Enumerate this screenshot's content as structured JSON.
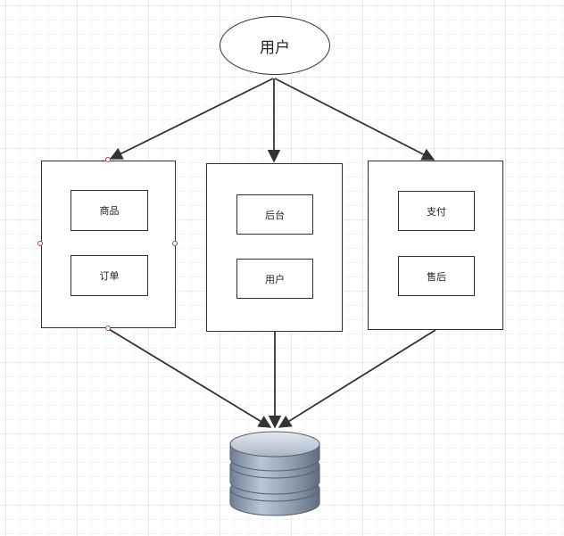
{
  "nodes": {
    "user_top": "用户",
    "left_group": [
      "商品",
      "订单"
    ],
    "middle_group": [
      "后台",
      "用户"
    ],
    "right_group": [
      "支付",
      "售后"
    ]
  },
  "colors": {
    "stroke": "#333333",
    "grid": "#e9e9e9",
    "handle": "#b04060",
    "database_body": "#9aa8b8"
  },
  "icons": [
    "database-icon"
  ]
}
